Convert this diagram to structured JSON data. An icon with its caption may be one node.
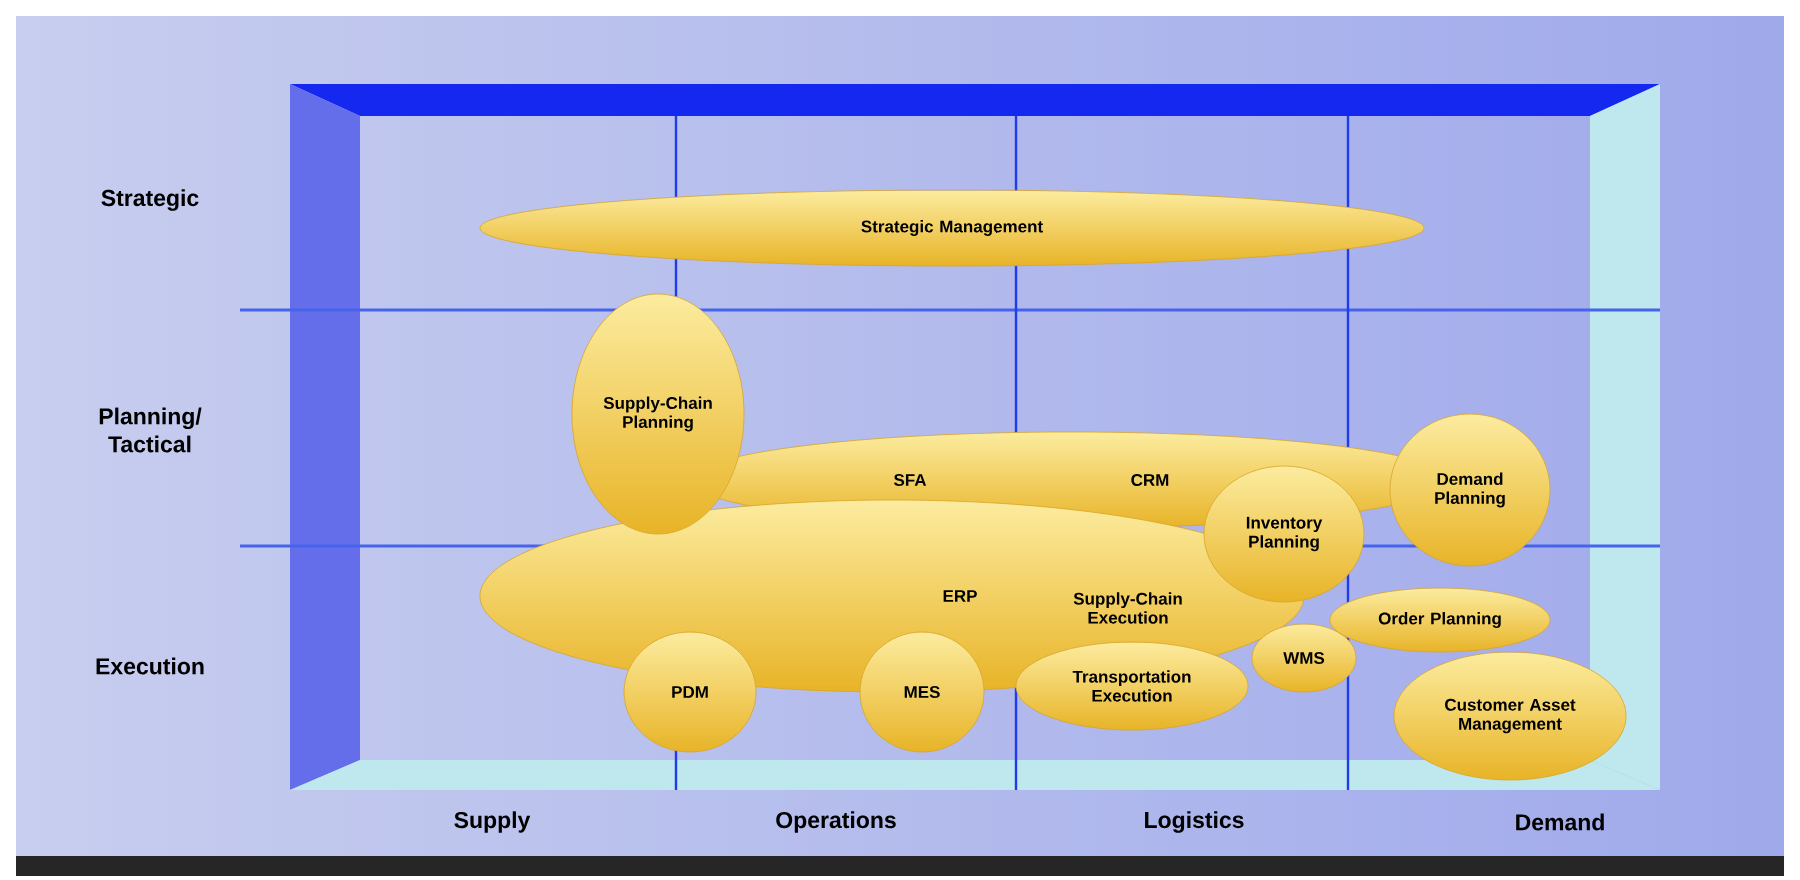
{
  "diagram": {
    "nodes": [
      {
        "text": [
          "Strategic Management"
        ]
      },
      {
        "text": [
          "Supply-Chain Planning"
        ]
      },
      {
        "text": [
          "SFA",
          "CRM"
        ]
      },
      {
        "text": [
          "Demand Planning"
        ]
      },
      {
        "text": [
          "Inventory Planning"
        ]
      },
      {
        "text": [
          "ERP",
          "Supply-Chain Execution"
        ]
      },
      {
        "text": [
          "Order Planning"
        ]
      },
      {
        "text": [
          "WMS"
        ]
      },
      {
        "text": [
          "PDM"
        ]
      },
      {
        "text": [
          "MES"
        ]
      },
      {
        "text": [
          "Transportation Execution"
        ]
      },
      {
        "text": [
          "Customer Asset Management"
        ]
      }
    ],
    "labels": [
      "Strategic",
      "Planning/ Tactical",
      "Execution",
      "Supply",
      "Operations",
      "Logistics",
      "Demand"
    ]
  }
}
